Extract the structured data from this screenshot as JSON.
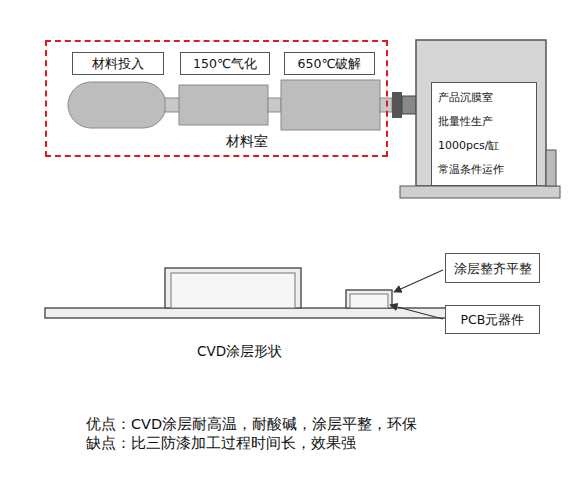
{
  "diagram": {
    "nodes": [
      {
        "text": [
          "材料室"
        ]
      },
      {
        "text": [
          "材料投入"
        ],
        "in": 0
      },
      {
        "text": [
          "150℃气化"
        ],
        "in": 0
      },
      {
        "text": [
          "650℃破解"
        ],
        "in": 0
      },
      {
        "text": [
          "产品沉膜室",
          "批量性生产",
          "1000pcs/缸",
          "常温条件运作"
        ]
      },
      {
        "text": [
          "涂层整齐平整"
        ]
      },
      {
        "text": [
          "PCB元器件"
        ]
      }
    ],
    "labels": [
      "CVD涂层形状",
      "优点：CVD涂层耐高温，耐酸碱，涂层平整，环保",
      "缺点：比三防漆加工过程时间长，效果强"
    ]
  }
}
